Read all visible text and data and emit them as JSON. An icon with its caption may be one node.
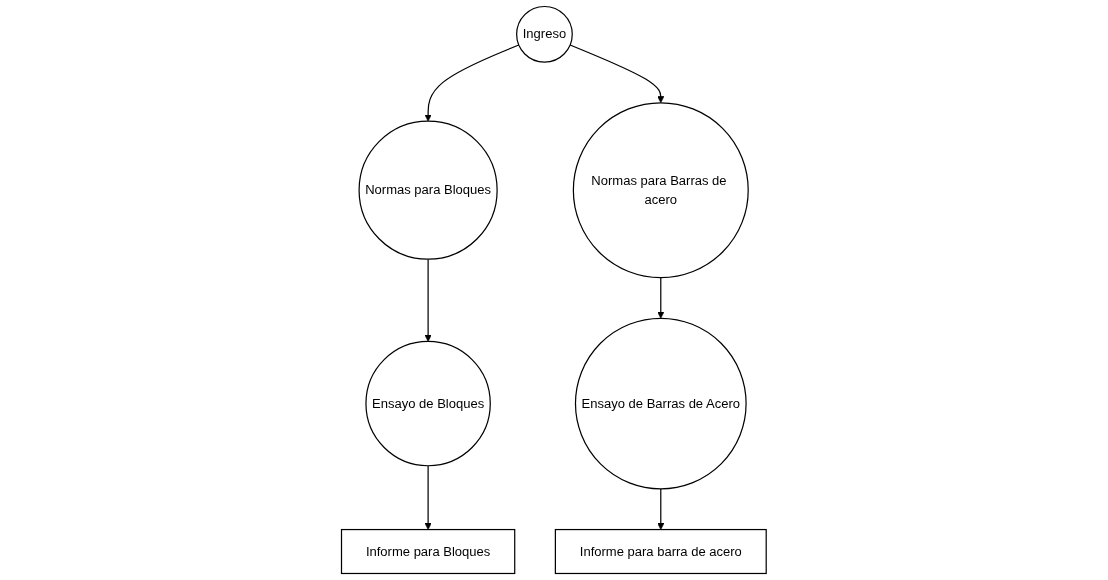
{
  "diagram": {
    "nodes": [
      {
        "text": [
          "Ingreso"
        ]
      },
      {
        "text": [
          "Normas para Bloques"
        ]
      },
      {
        "text": [
          "Normas para Barras de acero"
        ]
      },
      {
        "text": [
          "Ensayo de Bloques"
        ]
      },
      {
        "text": [
          "Ensayo de Barras de Acero"
        ]
      },
      {
        "text": [
          "Informe para Bloques"
        ]
      },
      {
        "text": [
          "Informe para barra de acero"
        ]
      }
    ],
    "edges": [
      {
        "from": 0,
        "to": 1,
        "arrow": "to"
      },
      {
        "from": 0,
        "to": 2,
        "arrow": "to"
      },
      {
        "from": 1,
        "to": 3,
        "arrow": "to"
      },
      {
        "from": 2,
        "to": 4,
        "arrow": "to"
      },
      {
        "from": 3,
        "to": 5,
        "arrow": "to"
      },
      {
        "from": 4,
        "to": 6,
        "arrow": "to"
      }
    ]
  }
}
